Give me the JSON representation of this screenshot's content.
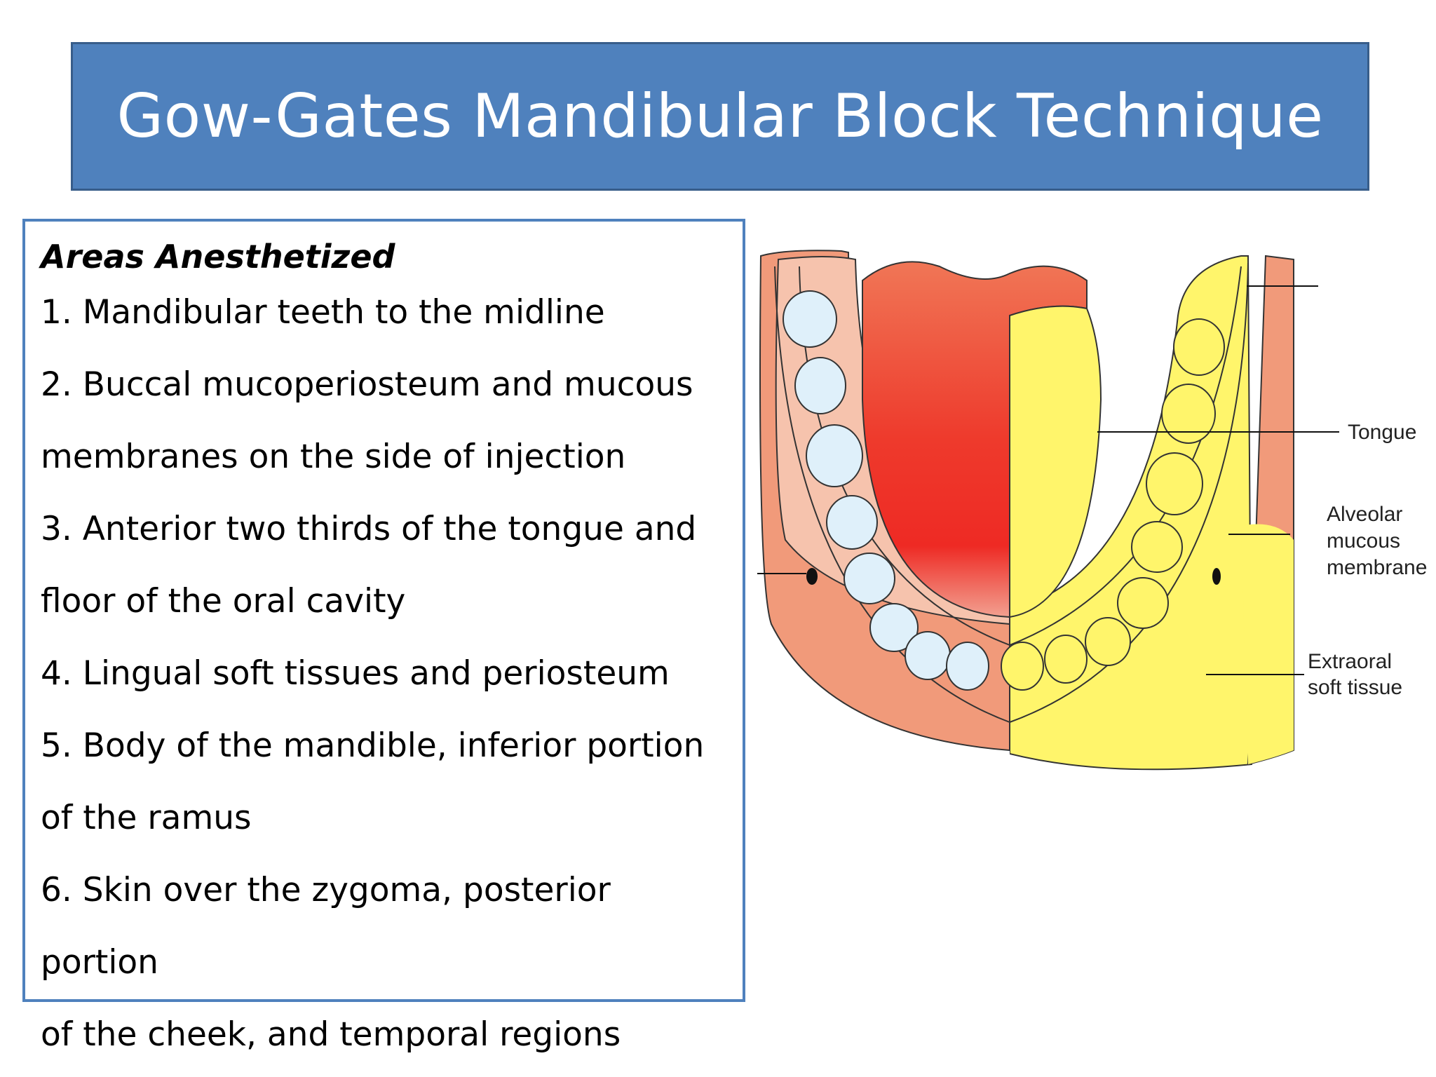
{
  "title": "Gow-Gates Mandibular Block Technique",
  "section_heading": "Areas Anesthetized",
  "items": [
    "1. Mandibular teeth to the midline",
    "2. Buccal mucoperiosteum and mucous",
    "membranes on the side of injection",
    "3. Anterior two thirds of the tongue and",
    "floor of the oral cavity",
    "4. Lingual soft tissues and periosteum",
    "5. Body of the mandible, inferior portion",
    "of the ramus",
    "6. Skin over the zygoma, posterior portion",
    "of the cheek, and temporal regions"
  ],
  "diagram": {
    "labels": {
      "tongue": "Tongue",
      "alveolar_1": "Alveolar",
      "alveolar_2": "mucous",
      "alveolar_3": "membrane",
      "extraoral_1": "Extraoral",
      "extraoral_2": "soft tissue"
    },
    "colors": {
      "title_bg": "#4f81bd",
      "anesthetized": "#fff56b",
      "tissue": "#f19a7a",
      "tongue_red": "#ee2a24",
      "teeth": "#dff0fa"
    }
  }
}
